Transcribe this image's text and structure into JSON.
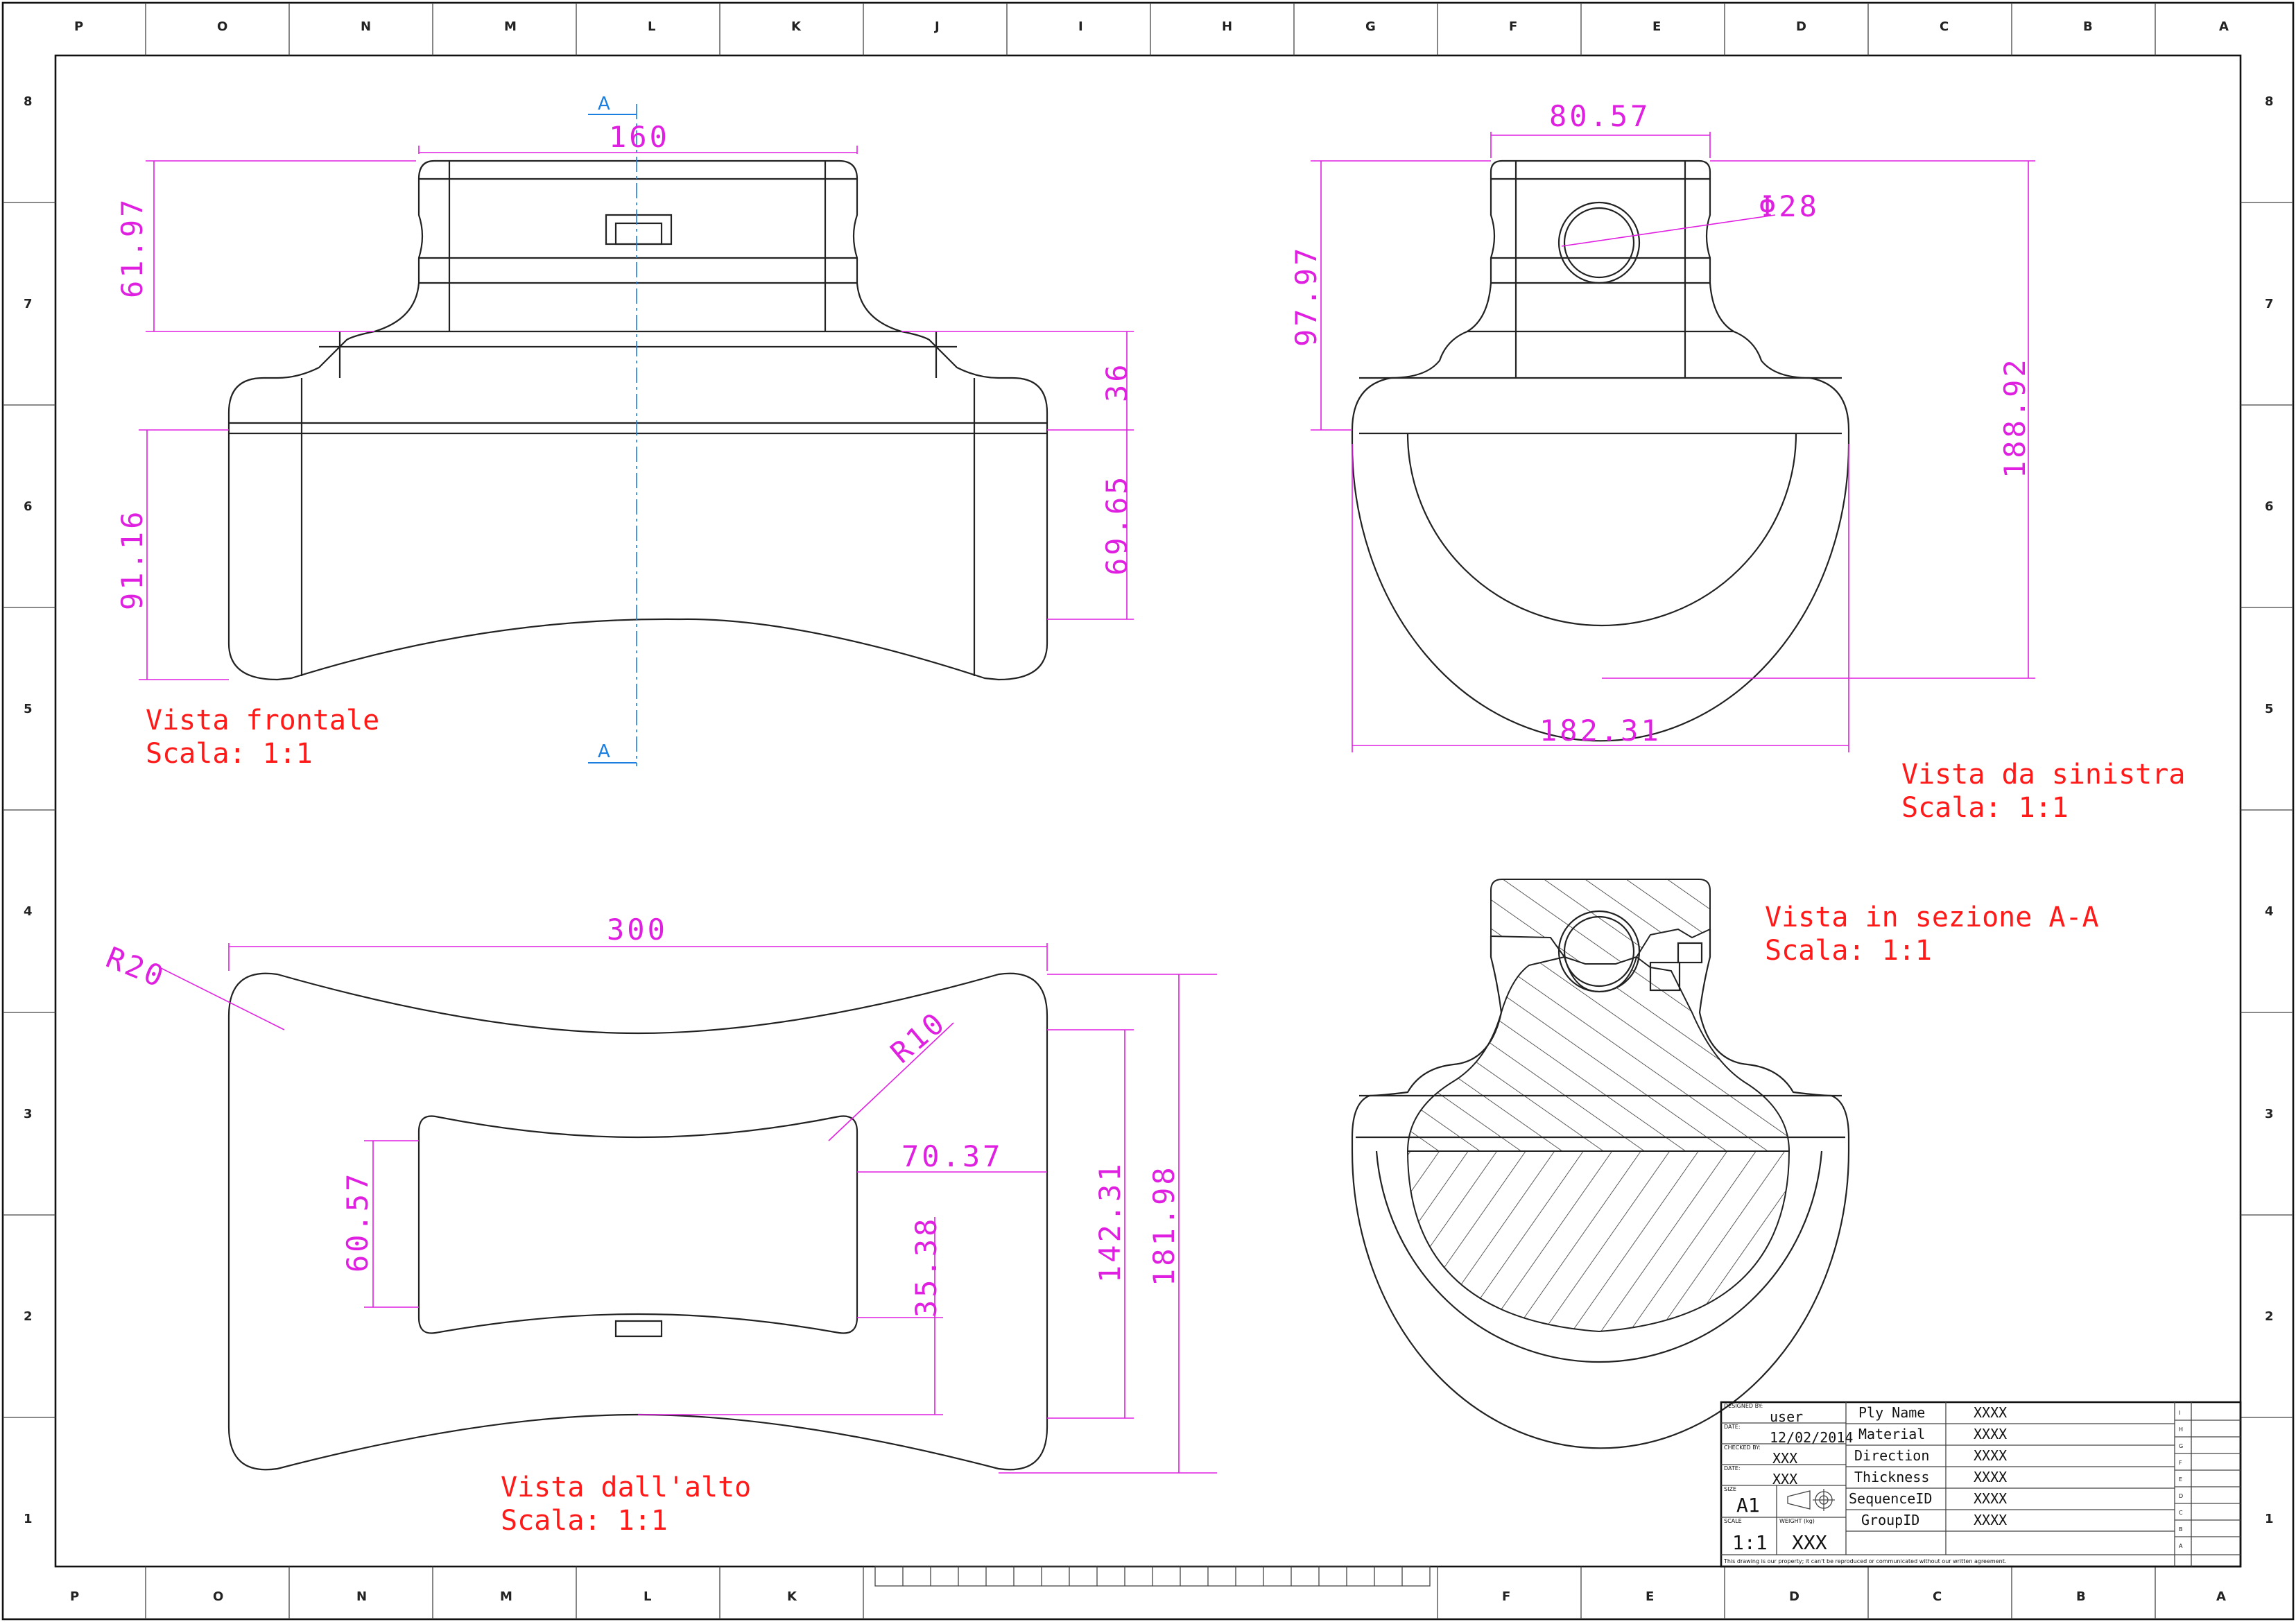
{
  "zones": {
    "letters": [
      "P",
      "O",
      "N",
      "M",
      "L",
      "K",
      "J",
      "I",
      "H",
      "G",
      "F",
      "E",
      "D",
      "C",
      "B",
      "A"
    ],
    "numbers": [
      "8",
      "7",
      "6",
      "5",
      "4",
      "3",
      "2",
      "1"
    ]
  },
  "views": {
    "front": {
      "title": "Vista frontale",
      "scale": "Scala:  1:1"
    },
    "left": {
      "title": "Vista da sinistra",
      "scale": "Scala:  1:1"
    },
    "top": {
      "title": "Vista dall'alto",
      "scale": "Scala:  1:1"
    },
    "section": {
      "title": "Vista in sezione A-A",
      "scale": "Scala:  1:1"
    }
  },
  "section_marker": "A",
  "dimensions": {
    "front": {
      "width_top": "160",
      "h_top": "61.97",
      "h_step": "36",
      "h_lower": "91.16",
      "h_mid": "69.65"
    },
    "left": {
      "width_top": "80.57",
      "hole": "Φ28",
      "h_top": "97.97",
      "h_total": "188.92",
      "width_base": "182.31"
    },
    "top": {
      "width": "300",
      "r_outer": "R20",
      "r_inner": "R10",
      "offset": "70.37",
      "h_inner": "60.57",
      "h_lower": "35.38",
      "h_mid": "142.31",
      "h_total": "181.98"
    }
  },
  "title_block": {
    "designed_by_label": "DESIGNED BY:",
    "designed_by": "user",
    "date_label": "DATE:",
    "date": "12/02/2014",
    "checked_by_label": "CHECKED BY:",
    "checked_by": "XXX",
    "date2_label": "DATE:",
    "date2": "XXX",
    "size_label": "SIZE",
    "size": "A1",
    "scale_label": "SCALE",
    "scale": "1:1",
    "weight_label": "WEIGHT (kg)",
    "weight": "XXX",
    "fields": [
      {
        "label": "Ply Name",
        "value": "XXXX"
      },
      {
        "label": "Material",
        "value": "XXXX"
      },
      {
        "label": "Direction",
        "value": "XXXX"
      },
      {
        "label": "Thickness",
        "value": "XXXX"
      },
      {
        "label": "SequenceID",
        "value": "XXXX"
      },
      {
        "label": "GroupID",
        "value": "XXXX"
      }
    ],
    "revisions": [
      "I",
      "H",
      "G",
      "F",
      "E",
      "D",
      "C",
      "B",
      "A"
    ],
    "footer": "This drawing is our property; it can't be reproduced or communicated without our written agreement."
  }
}
